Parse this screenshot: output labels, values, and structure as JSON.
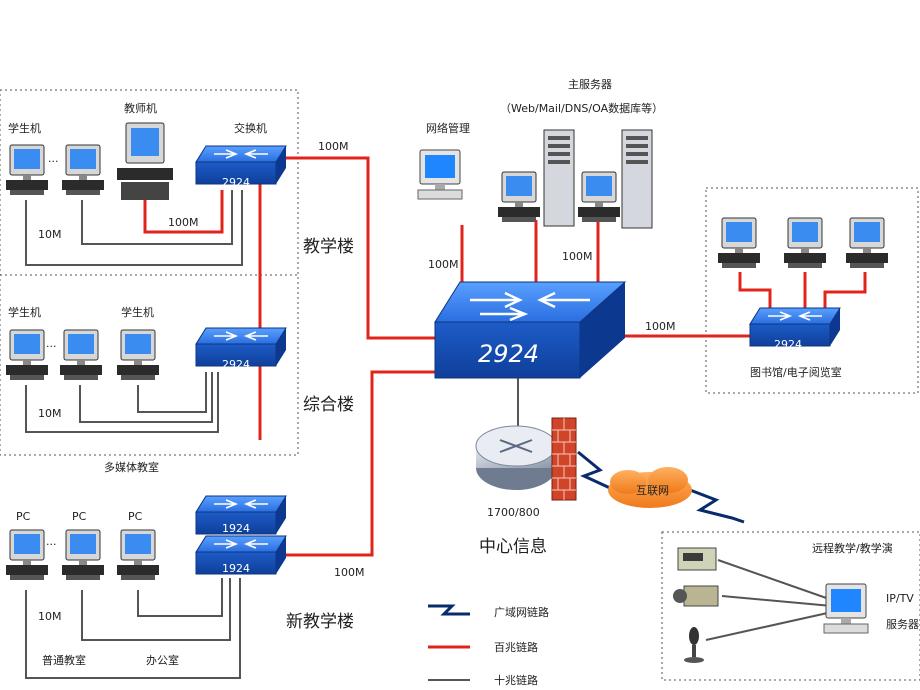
{
  "labels": {
    "student_pc_1": "学生机",
    "teacher_pc": "教师机",
    "switch_label": "交换机",
    "student_pc_2": "学生机",
    "student_pc_3": "学生机",
    "multimedia_room": "多媒体教室",
    "pc_1": "PC",
    "pc_2": "PC",
    "pc_3": "PC",
    "ordinary_classroom": "普通教室",
    "office": "办公室",
    "building_teaching": "教学楼",
    "building_complex": "综合楼",
    "building_new_teaching": "新教学楼",
    "net_mgmt": "网络管理",
    "main_server": "主服务器",
    "server_services": "（Web/Mail/DNS/OA数据库等）",
    "library": "图书馆/电子阅览室",
    "router_model": "1700/800",
    "center": "中心信息",
    "internet": "互联网",
    "remote_teaching": "远程教学/教学演",
    "ip_tv_1": "IP/TV",
    "ip_tv_2": "服务器",
    "ellipsis_1": "···",
    "ellipsis_2": "···",
    "ellipsis_3": "···"
  },
  "switch_models": {
    "teaching": "2924",
    "complex": "2924",
    "new_top": "1924",
    "new_bottom": "1924",
    "core": "2924",
    "library": "2924"
  },
  "link_speeds": {
    "uplink_teaching": "100M",
    "teacher_link": "100M",
    "student_link_a": "10M",
    "student_link_b": "10M",
    "student_link_c": "10M",
    "uplink_new": "100M",
    "mgmt_link": "100M",
    "server_link": "100M",
    "library_link": "100M"
  },
  "legend": {
    "wan": "广域网链路",
    "hundred": "百兆链路",
    "ten": "十兆链路"
  },
  "colors": {
    "red_link": "#e0241b",
    "gray_link": "#555555",
    "wan_link": "#0a2a6e",
    "switch_blue": "#1a5fd0",
    "border_dots": "#555555"
  }
}
